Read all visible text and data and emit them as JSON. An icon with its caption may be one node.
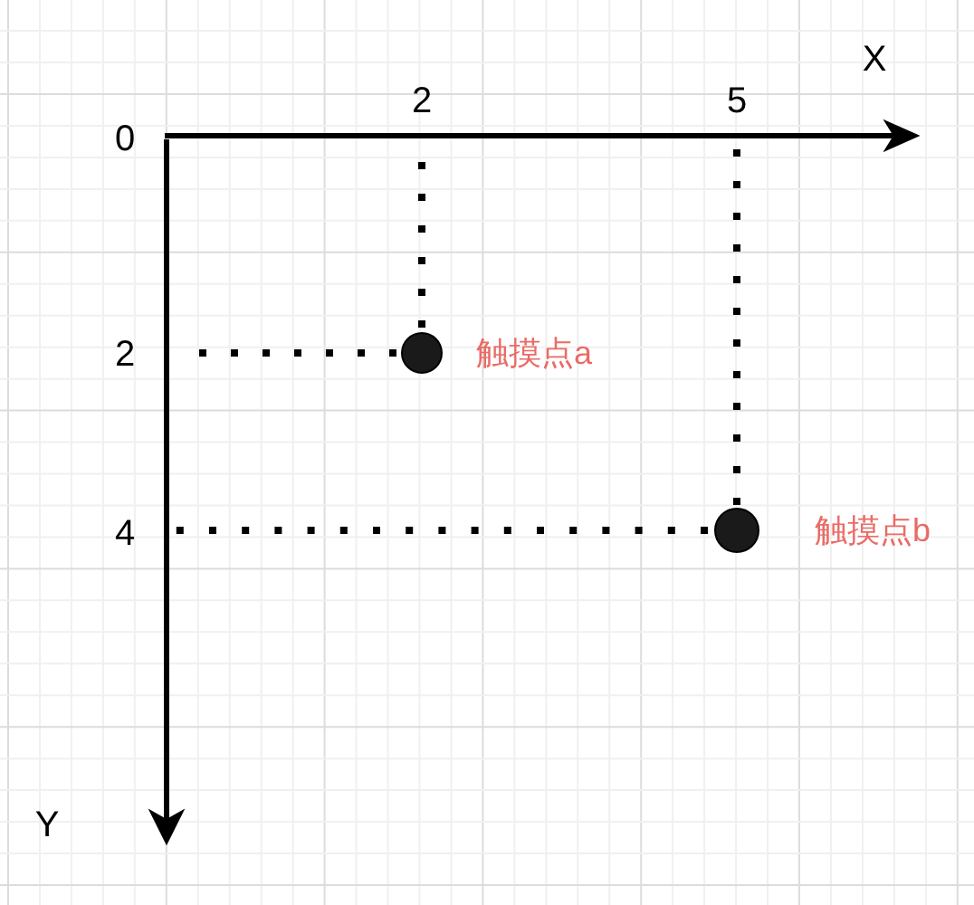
{
  "diagram": {
    "nodes": [
      {
        "text": [],
        "shape": "circle",
        "beside": [
          "触摸点a"
        ]
      },
      {
        "text": [],
        "shape": "circle",
        "beside": [
          "触摸点b"
        ]
      }
    ],
    "labels": [
      "X",
      "2",
      "5",
      "0",
      "2",
      "4",
      "Y"
    ]
  }
}
